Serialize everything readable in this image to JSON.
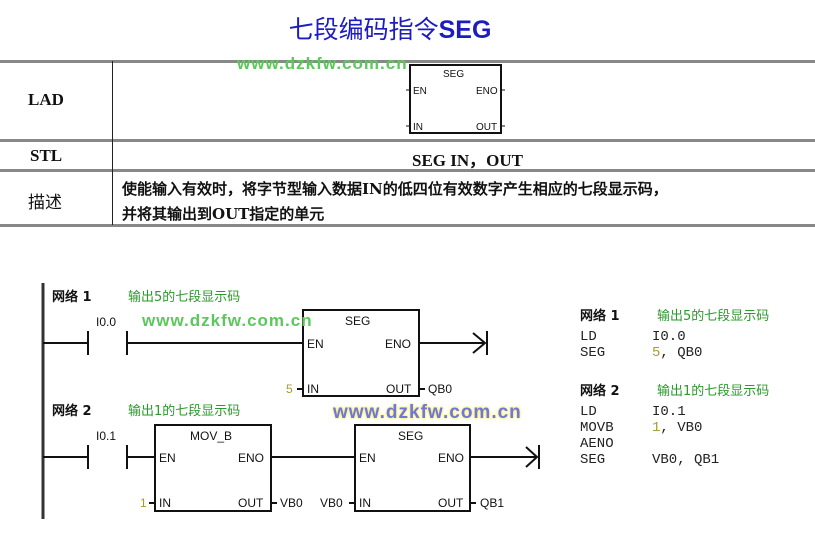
{
  "title": {
    "cn": "七段编码指令",
    "en": "SEG"
  },
  "watermark": "www.dzkfw.com.cn",
  "table": {
    "rows": [
      {
        "label": "LAD"
      },
      {
        "label": "STL",
        "value": "SEG IN，OUT"
      },
      {
        "label": "描述",
        "line1": "使能输入有效时，将字节型输入数据IN的低四位有效数字产生相应的七段显示码，",
        "line2": "并将其输出到OUT指定的单元"
      }
    ],
    "box": {
      "name": "SEG",
      "en": "EN",
      "eno": "ENO",
      "in": "IN",
      "out": "OUT"
    }
  },
  "ladder": {
    "net1": {
      "label": "网络 1",
      "comment": "输出5的七段显示码",
      "contact": "I0.0",
      "box": "SEG",
      "en": "EN",
      "eno": "ENO",
      "in": "IN",
      "out": "OUT",
      "in_val": "5",
      "out_val": "QB0"
    },
    "net2": {
      "label": "网络 2",
      "comment": "输出1的七段显示码",
      "contact": "I0.1",
      "box1": {
        "name": "MOV_B",
        "en": "EN",
        "eno": "ENO",
        "in": "IN",
        "out": "OUT",
        "in_val": "1",
        "out_val": "VB0"
      },
      "box2": {
        "name": "SEG",
        "en": "EN",
        "eno": "ENO",
        "in": "IN",
        "out": "OUT",
        "in_val": "VB0",
        "out_val": "QB1"
      }
    }
  },
  "stl": {
    "net1": {
      "label": "网络 1",
      "comment": "输出5的七段显示码",
      "lines": [
        [
          "LD",
          "I0.0"
        ],
        [
          "SEG",
          "5",
          ", QB0"
        ]
      ]
    },
    "net2": {
      "label": "网络 2",
      "comment": "输出1的七段显示码",
      "lines": [
        [
          "LD",
          "I0.1"
        ],
        [
          "MOVB",
          "1",
          ", VB0"
        ],
        [
          "AENO",
          ""
        ],
        [
          "SEG",
          "VB0, QB1"
        ]
      ]
    }
  }
}
